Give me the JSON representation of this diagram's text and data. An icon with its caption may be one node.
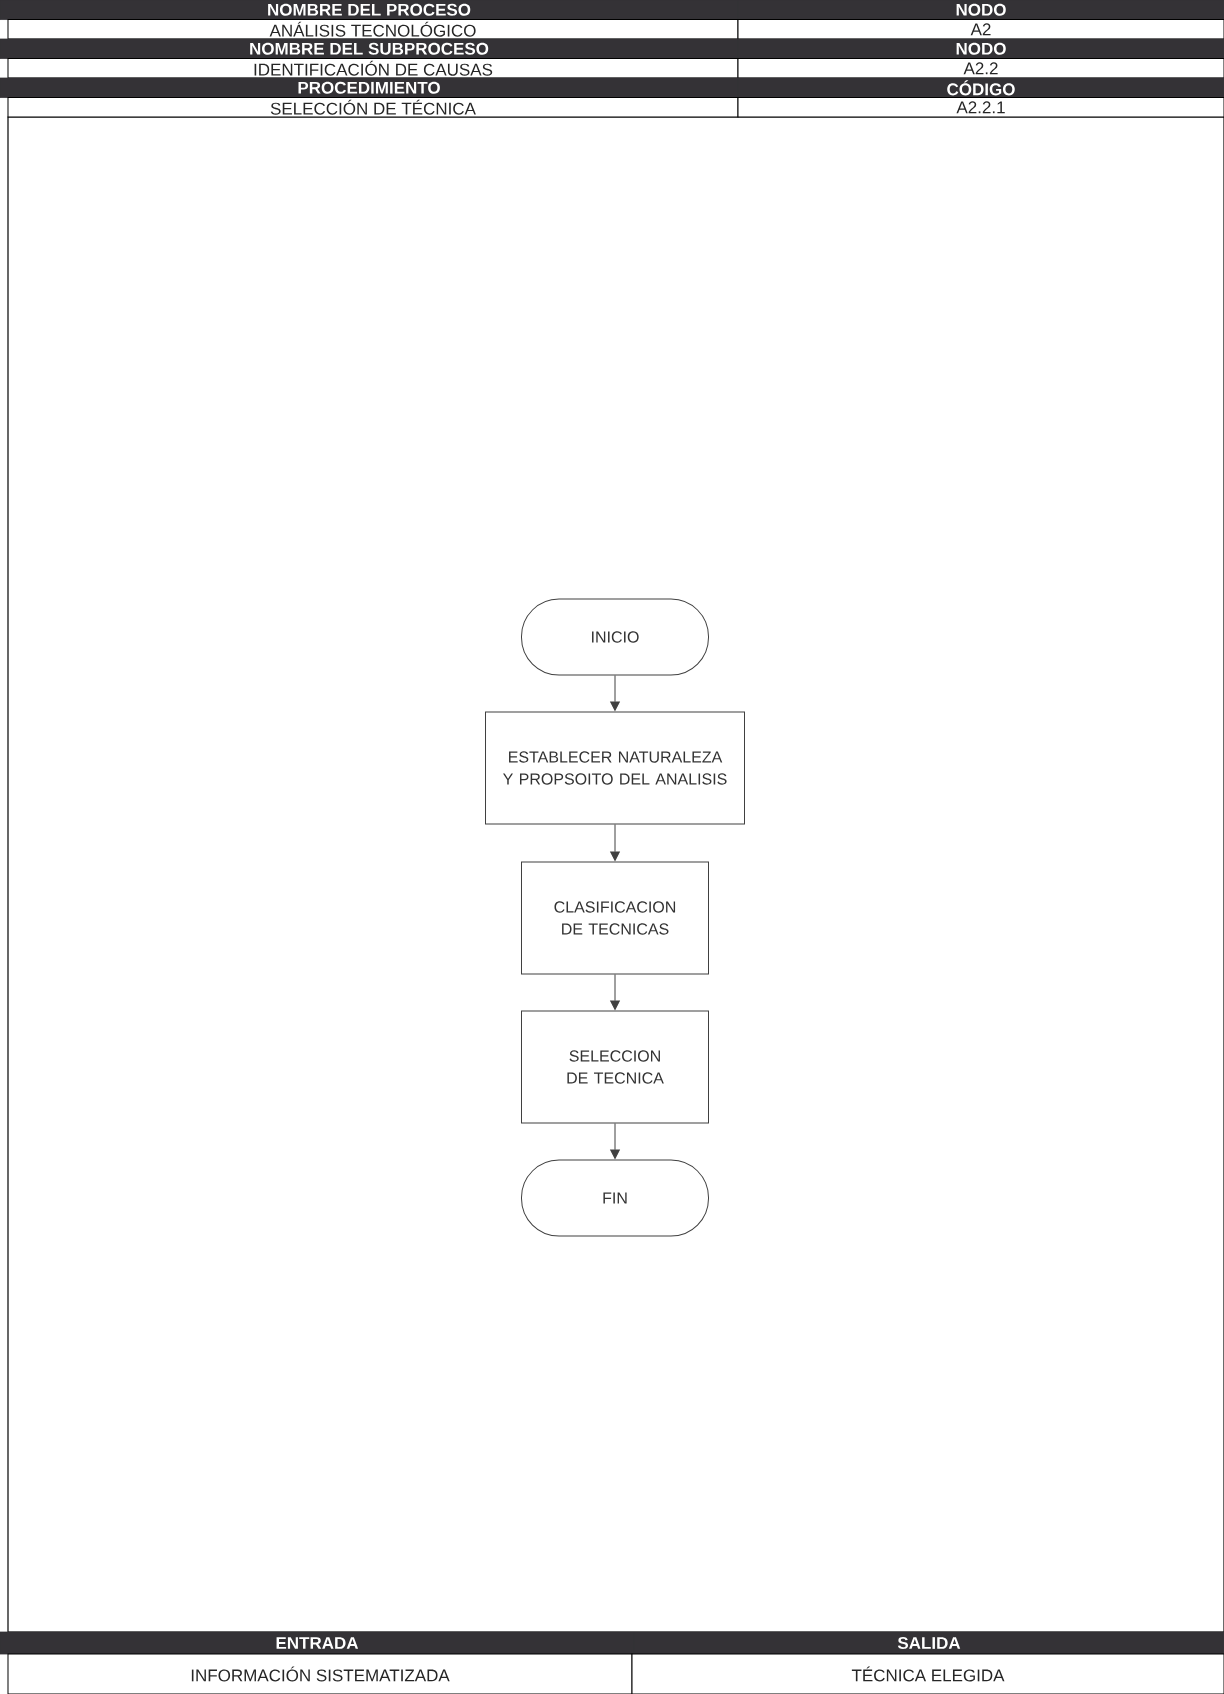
{
  "diagram": {
    "nodes": [
      {
        "text": [
          "INICIO"
        ]
      },
      {
        "text": [
          "ESTABLECER NATURALEZA Y PROPSOITO DEL ANALISIS"
        ]
      },
      {
        "text": [
          "CLASIFICACION DE TECNICAS"
        ]
      },
      {
        "text": [
          "SELECCION DE TECNICA"
        ]
      },
      {
        "text": [
          "FIN"
        ]
      }
    ],
    "edges": [
      {
        "from": 0,
        "to": 1,
        "arrow": "to"
      },
      {
        "from": 1,
        "to": 2,
        "arrow": "to"
      },
      {
        "from": 2,
        "to": 3,
        "arrow": "to"
      },
      {
        "from": 3,
        "to": 4,
        "arrow": "to"
      }
    ],
    "labels": [
      "NOMBRE DEL PROCESO",
      "NODO",
      "ANÁLISIS TECNOLÓGICO",
      "A2",
      "NOMBRE DEL SUBPROCESO",
      "NODO",
      "IDENTIFICACIÓN DE CAUSAS",
      "A2.2",
      "PROCEDIMIENTO",
      "CÓDIGO",
      "SELECCIÓN DE TÉCNICA",
      "A2.2.1",
      "ENTRADA",
      "SALIDA",
      "INFORMACIÓN SISTEMATIZADA",
      "TÉCNICA ELEGIDA"
    ]
  }
}
